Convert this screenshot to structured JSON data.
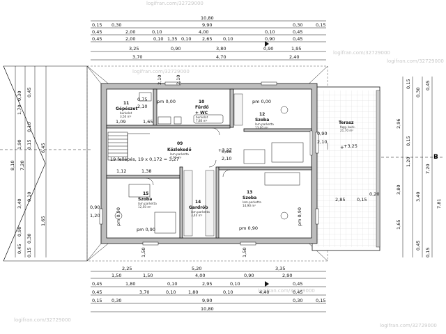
{
  "watermarks": [
    "logifran.com/32729000",
    "logifran.com/32729000",
    "logifran.com/32729000",
    "logifran.com/32729000",
    "logifran.com/32729000",
    "logifran.com/32729000",
    "logifran.com/32729000"
  ],
  "top_dims": {
    "row1": [
      "10,80"
    ],
    "row2": [
      "0,15",
      "0,30",
      "9,90",
      "0,30",
      "0,15"
    ],
    "row3": [
      "0,45",
      "2,00",
      "0,10",
      "4,00",
      "0,10",
      "0,45"
    ],
    "row4": [
      "0,45",
      "2,00",
      "0,10",
      "1,35",
      "0,10",
      "2,65",
      "0,10",
      "0,90",
      "0,45"
    ],
    "row5": [
      "3,25",
      "0,90",
      "3,80",
      "0,90",
      "1,95"
    ],
    "row6": [
      "3,70",
      "4,70",
      "2,40"
    ]
  },
  "bottom_dims": {
    "row1": [
      "2,25",
      "5,20",
      "3,35"
    ],
    "row2": [
      "1,50",
      "1,50",
      "4,00",
      "0,90",
      "2,90"
    ],
    "row3": [
      "0,45",
      "1,80",
      "0,10",
      "2,95",
      "0,10",
      "0,45"
    ],
    "row4": [
      "0,45",
      "3,70",
      "0,10",
      "1,80",
      "0,10",
      "4,40",
      "0,45"
    ],
    "row5": [
      "0,15",
      "0,30",
      "9,90",
      "0,30",
      "0,15"
    ],
    "row6": [
      "10,80"
    ]
  },
  "left_dims": [
    "0,30",
    "0,45",
    "1,70",
    "0,10",
    "1,90",
    "0,15",
    "8,10",
    "7,20",
    "6,45",
    "3,40",
    "0,10",
    "1,65",
    "0,90",
    "0,30",
    "0,45",
    "0,15"
  ],
  "right_dims": [
    "0,15",
    "0,30",
    "0,45",
    "2,96",
    "1,20",
    "3,40",
    "3,80",
    "0,15",
    "1,65",
    "0,45",
    "7,20",
    "7,81",
    "0,15"
  ],
  "rooms": [
    {
      "num": "11",
      "name": "Gépészet",
      "sub": "burkolat",
      "area": "3,50 m²"
    },
    {
      "num": "10",
      "name": "Fürdő",
      "name2": "+ WC",
      "sub": "burkolat",
      "area": "7,80 m²"
    },
    {
      "num": "12",
      "name": "Szoba",
      "sub": "lam.parketta",
      "area": "13,00 m²"
    },
    {
      "num": "09",
      "name": "Közlekedő",
      "sub": "lam.parketta",
      "area": "7,70 m²"
    },
    {
      "num": "15",
      "name": "Szoba",
      "sub": "lam.parketta",
      "area": "12,50 m²"
    },
    {
      "num": "14",
      "name": "Gardrób",
      "sub": "lam.parketta",
      "area": "3,40 m²"
    },
    {
      "num": "13",
      "name": "Szoba",
      "sub": "lam.parketta",
      "area": "14,90 m²"
    },
    {
      "num": "",
      "name": "Terasz",
      "sub": "fagy. burk.",
      "area": "21,70 m²"
    }
  ],
  "labels": {
    "pm_top_left": "pm 0,00",
    "pm_top_right": "pm 0,00",
    "pm_bottom_left": "pm 0,90",
    "pm_bottom_right": "pm 0,90",
    "pm_left": "pm 0,90",
    "pm_right": "pm 0,90",
    "stairs": "19 fellépés, 19 x 0,172 = 3,27",
    "level_hall": "+3,27",
    "level_terrace": "+3,25",
    "section_mark": "B",
    "d_075": "0,75",
    "d_210a": "2,10",
    "d_109": "1,09",
    "d_165": "1,65",
    "d_112": "1,12",
    "d_138": "1,38",
    "d_096": "0,96",
    "d_210b": "2,10",
    "d_090r": "0,90",
    "d_210r": "2,10",
    "d_285": "2,85",
    "d_015": "0,15",
    "d_020": "0,20",
    "d_210c": "2,10",
    "d_210d": "2,10",
    "d_090l": "0,90",
    "d_120l": "1,20",
    "d_150a": "1,50",
    "d_150b": "1,50"
  }
}
